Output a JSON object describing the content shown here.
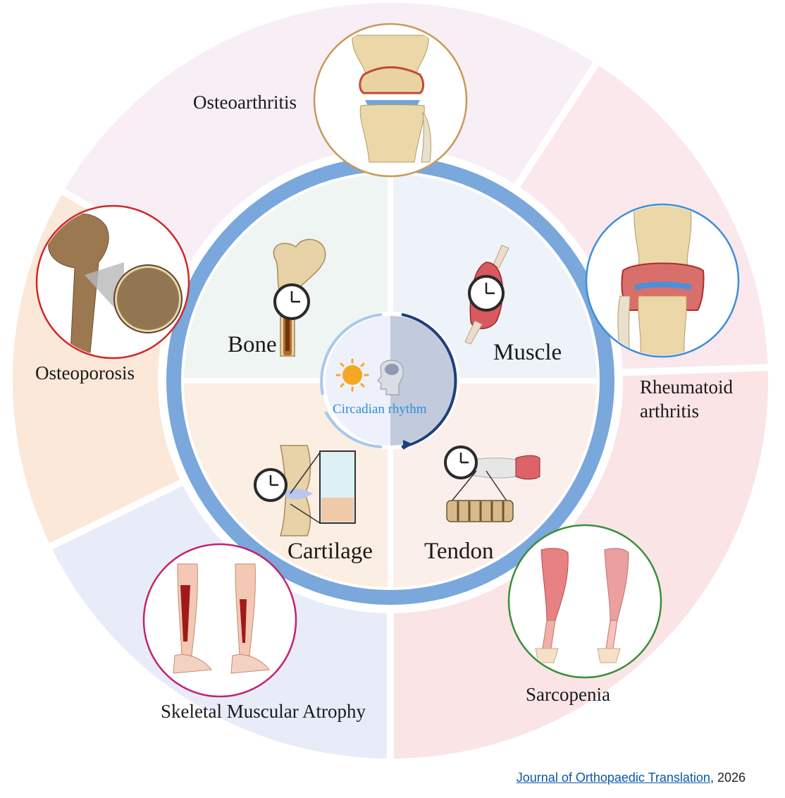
{
  "outer_segments": [
    {
      "id": "osteoarthritis",
      "label": "Osteoarthritis",
      "fill": "#f8eef6",
      "border": "#c79a58"
    },
    {
      "id": "rheumatoid",
      "label_lines": [
        "Rheumatoid",
        "arthritis"
      ],
      "fill": "#fbe8ec",
      "border": "#3b8fd8"
    },
    {
      "id": "sarcopenia",
      "label": "Sarcopenia",
      "fill": "#fbe4e6",
      "border": "#3a8f3a"
    },
    {
      "id": "atrophy",
      "label": "Skeletal Muscular Atrophy",
      "fill": "#e8ecf8",
      "border": "#c2246e"
    },
    {
      "id": "osteoporosis",
      "label": "Osteoporosis",
      "fill": "#fbe8d8",
      "border": "#d02828"
    }
  ],
  "tissues": [
    {
      "id": "bone",
      "label": "Bone",
      "fill": "#eef5f3"
    },
    {
      "id": "muscle",
      "label": "Muscle",
      "fill": "#eef3fa"
    },
    {
      "id": "cartilage",
      "label": "Cartilage",
      "fill": "#fbeee3"
    },
    {
      "id": "tendon",
      "label": "Tendon",
      "fill": "#fbefec"
    }
  ],
  "center": {
    "label": "Circadian rhythm"
  },
  "citation": {
    "journal": "Journal of Orthopaedic Translation",
    "year": ", 2026"
  },
  "colors": {
    "ring": "#7aa7dc",
    "accent_dark": "#1f3f7a",
    "accent_light": "#a9c8ec",
    "sun": "#f5a623"
  }
}
